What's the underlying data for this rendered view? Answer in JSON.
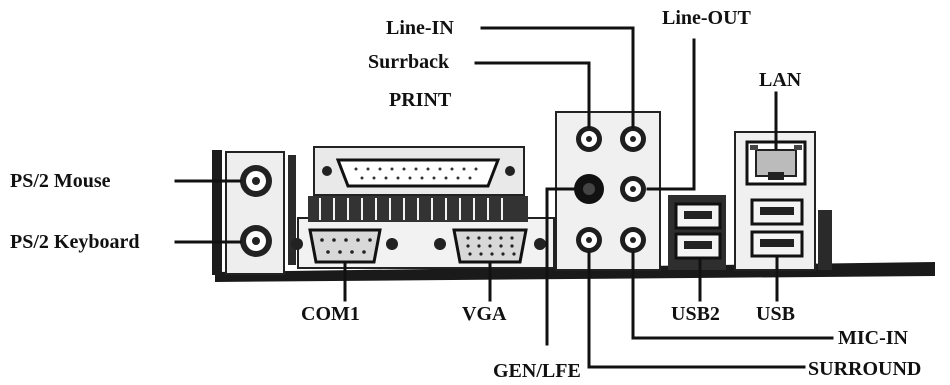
{
  "diagram": {
    "labels": {
      "line_in": "Line-IN",
      "line_out": "Line-OUT",
      "surrback": "Surrback",
      "print": "PRINT",
      "lan": "LAN",
      "ps2_mouse": "PS/2 Mouse",
      "ps2_keyboard": "PS/2 Keyboard",
      "com1": "COM1",
      "vga": "VGA",
      "usb2": "USB2",
      "usb": "USB",
      "mic_in": "MIC-IN",
      "gen_lfe": "GEN/LFE",
      "surround": "SURROUND"
    }
  }
}
